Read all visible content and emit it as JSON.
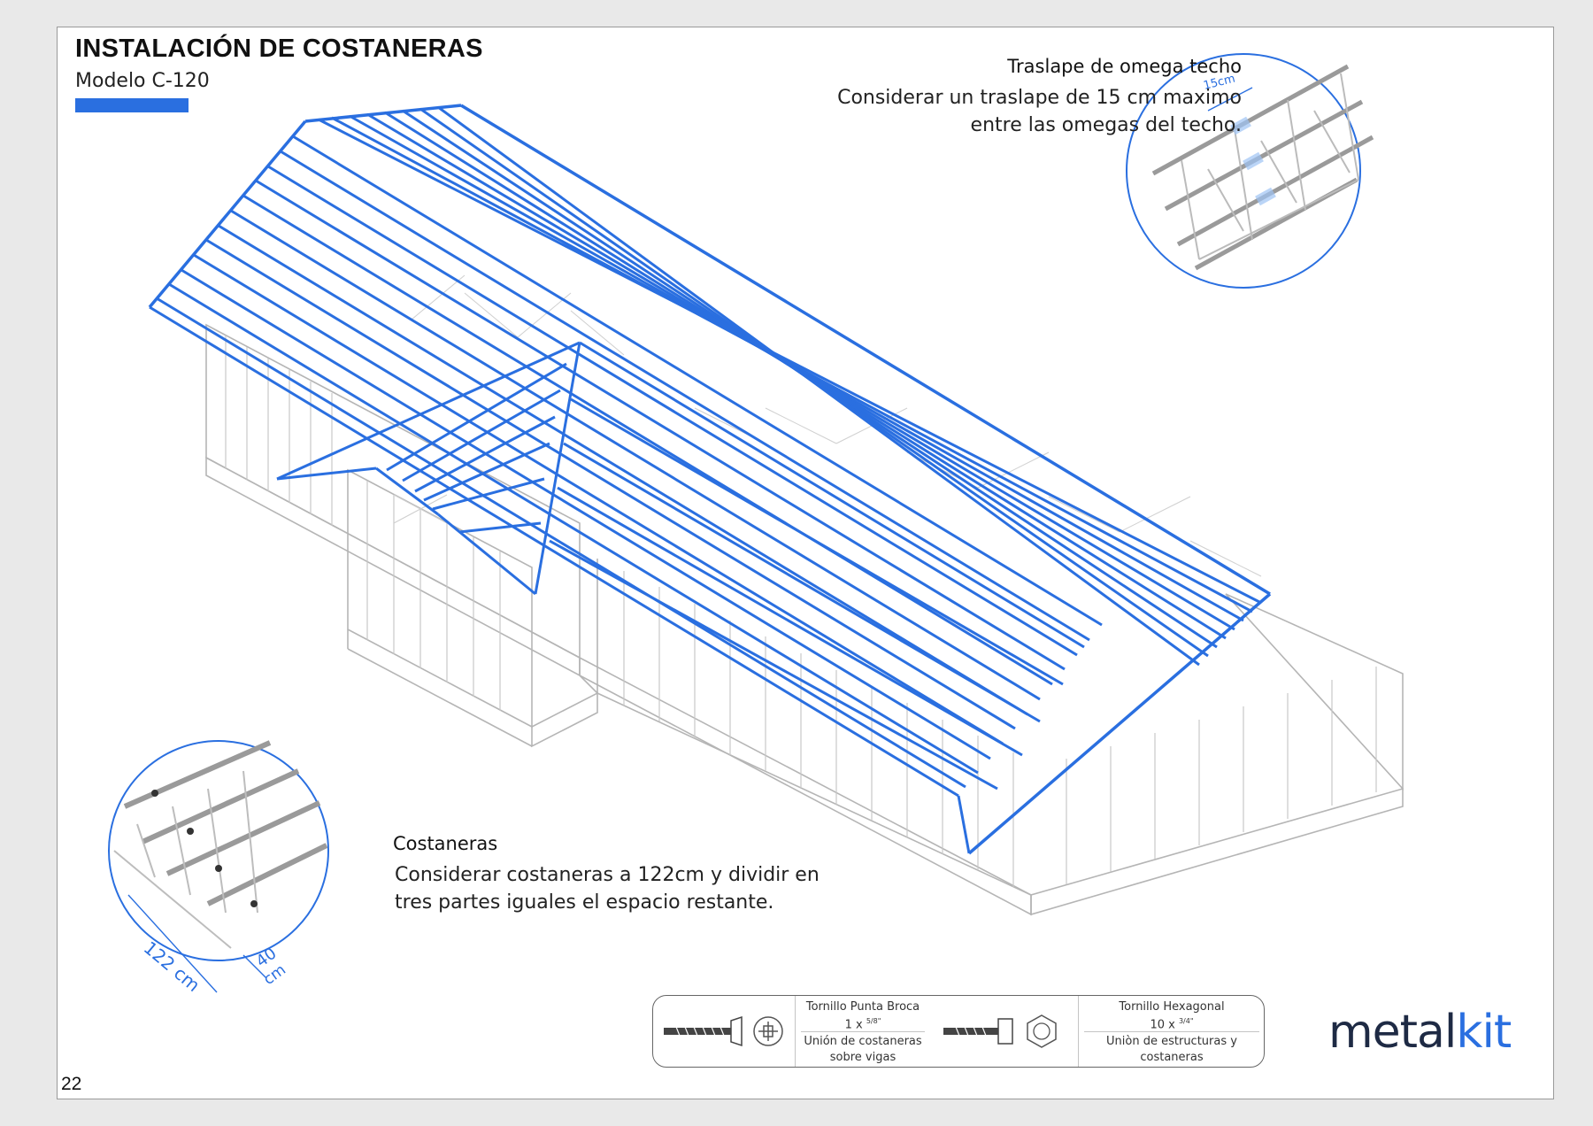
{
  "header": {
    "title": "INSTALACIÓN DE COSTANERAS",
    "subtitle": "Modelo C-120"
  },
  "notes": {
    "overlap": {
      "title": "Traslape de omega techo",
      "line1": "Considerar un traslape de 15 cm maximo",
      "line2": "entre las omegas del techo."
    },
    "purlins": {
      "title": "Costaneras",
      "line1": "Considerar costaneras a 122cm y dividir en",
      "line2": "tres partes iguales el espacio restante."
    }
  },
  "details": {
    "overlap_dim": "15cm",
    "spacing_dim": "122 cm",
    "edge_dim_value": "40",
    "edge_dim_unit": "cm"
  },
  "screws": [
    {
      "name": "Tornillo Punta Broca",
      "size": "1 x",
      "size_sup": "5/8\"",
      "use_line1": "Unión de costaneras",
      "use_line2": "sobre vigas"
    },
    {
      "name": "Tornillo Hexagonal",
      "size": "10 x",
      "size_sup": "3/4\"",
      "use_line1": "Uniòn de estructuras y",
      "use_line2": "costaneras"
    }
  ],
  "brand": {
    "logo_main": "metal",
    "logo_accent": "kit"
  },
  "page": {
    "number": "22"
  },
  "colors": {
    "accent": "#2a6fe0",
    "frame": "#b9b9b9",
    "text": "#111111"
  }
}
